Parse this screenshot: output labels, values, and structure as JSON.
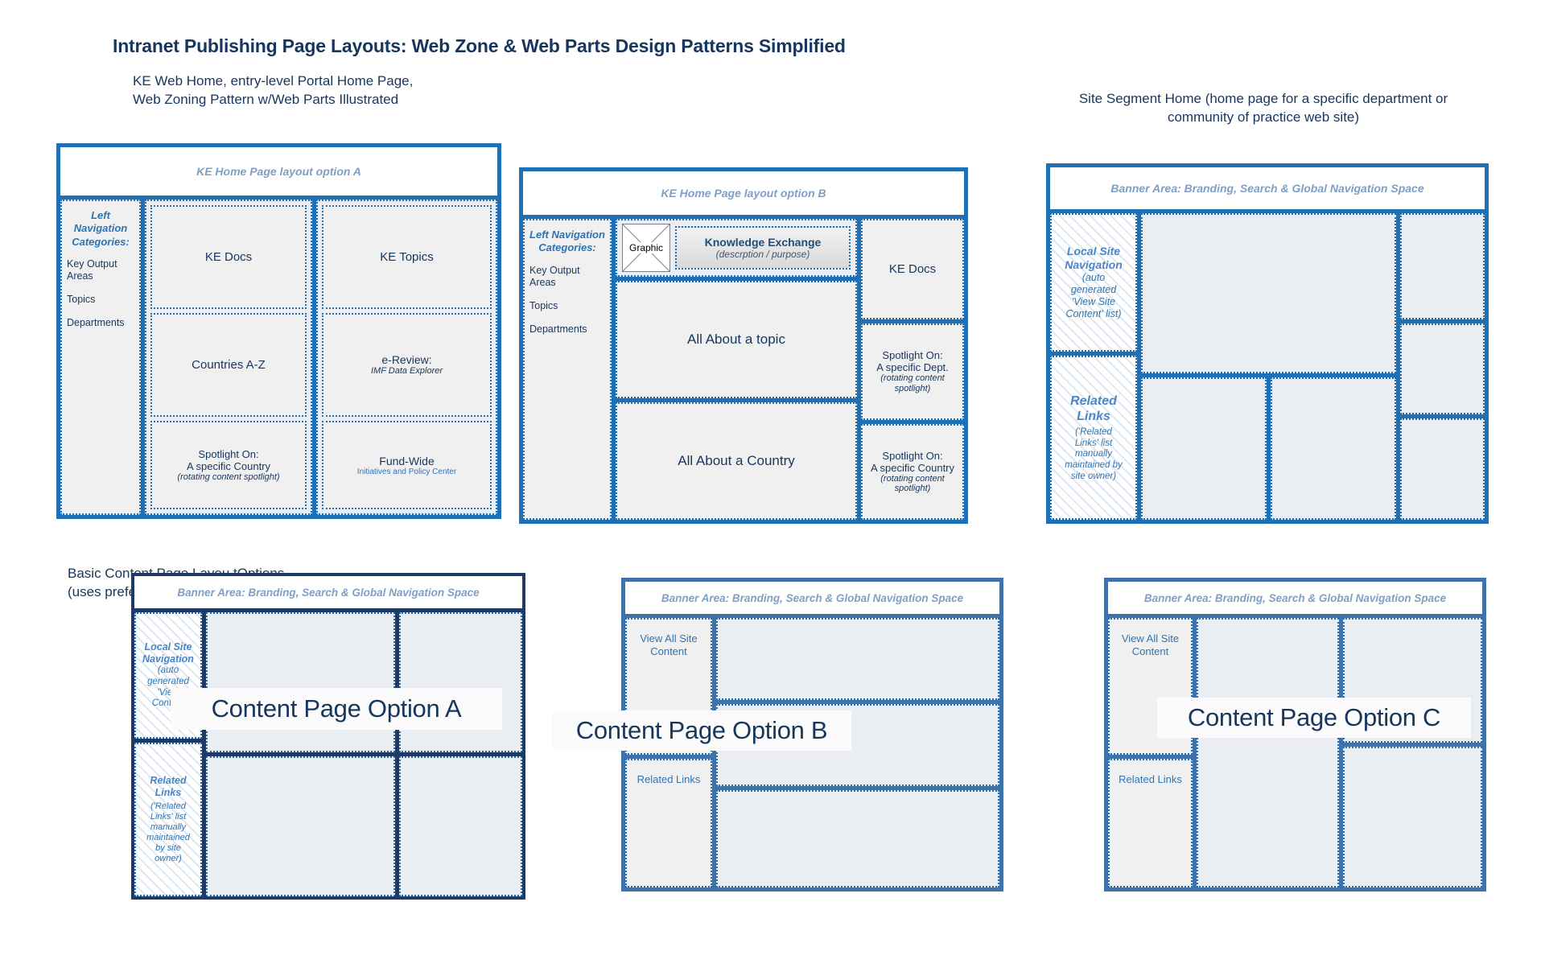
{
  "title": "Intranet Publishing Page Layouts: Web Zone & Web Parts Design Patterns Simplified",
  "captions": {
    "ke_web_home_line1": "KE Web Home, entry-level Portal Home Page,",
    "ke_web_home_line2": "Web Zoning Pattern w/Web Parts Illustrated",
    "site_segment_line1": "Site Segment Home (home page for a specific department or",
    "site_segment_line2": "community of practice web site)",
    "basic_content_line1": "Basic Content Page Layou tOptions",
    "basic_content_line2": "(uses preferred 60%-40% column spread)"
  },
  "banners": {
    "option_a": "KE Home Page layout option A",
    "option_b": "KE Home Page layout option B",
    "global": "Banner Area: Branding, Search & Global Navigation Space"
  },
  "left_nav": {
    "header_a_line1": "Left",
    "header_a_line2": "Navigation",
    "header_a_line3": "Categories:",
    "header_b_line1": "Left Navigation",
    "header_b_line2": "Categories:",
    "items": [
      "Key Output Areas",
      "Topics",
      "Departments"
    ],
    "item_a_1_line1": "Key Output",
    "item_a_1_line2": "Areas"
  },
  "option_a_parts": {
    "ke_docs": "KE Docs",
    "countries": "Countries A-Z",
    "spotlight_country_l1": "Spotlight On:",
    "spotlight_country_l2": "A specific Country",
    "spotlight_country_l3": "(rotating content spotlight)",
    "ke_topics": "KE Topics",
    "ereview_title": "e-Review:",
    "ereview_sub": "IMF Data Explorer",
    "fundwide_title": "Fund-Wide",
    "fundwide_sub": "Initiatives and Policy Center"
  },
  "option_b_parts": {
    "graphic": "Graphic",
    "ke_title": "Knowledge Exchange",
    "ke_sub": "(descrption / purpose)",
    "all_about_topic": "All About a topic",
    "all_about_country": "All About a Country",
    "ke_docs": "KE Docs",
    "spotlight_dept_l1": "Spotlight On:",
    "spotlight_dept_l2": "A specific Dept.",
    "spotlight_dept_l3": "(rotating content",
    "spotlight_dept_l4": "spotlight)",
    "spotlight_country_l1": "Spotlight On:",
    "spotlight_country_l2": "A specific Country",
    "spotlight_country_l3": "(rotating content",
    "spotlight_country_l4": "spotlight)"
  },
  "local_nav": {
    "title_l1": "Local Site",
    "title_l2": "Navigation",
    "sub_l1": "(auto",
    "sub_l2": "generated",
    "sub_l3": "'View Site",
    "sub_l4": "Content' list)",
    "sub_a_l3": "'View",
    "sub_a_l4": "Content"
  },
  "related_links": {
    "title_l1": "Related",
    "title_l2": "Links",
    "sub_l1": "('Related",
    "sub_l2": "Links' list",
    "sub_l3": "manually",
    "sub_l4": "maintained by",
    "sub_l5": "site owner)",
    "sub_a_l4": "maintained",
    "sub_a_l5": "by site",
    "sub_a_l6": "owner)",
    "plain_label": "Related Links"
  },
  "content_pages": {
    "view_all_l1": "View All Site",
    "view_all_l2": "Content",
    "option_a": "Content Page Option A",
    "option_b": "Content Page Option B",
    "option_c": "Content Page Option C"
  },
  "colors": {
    "frame_blue": "#1f6fb5",
    "frame_steel": "#3f72a8",
    "frame_navy": "#1f3864",
    "text_navy": "#17365d",
    "accent_blue": "#2e74b5",
    "banner_text": "#7f9fc4",
    "zone_fill": "#f0f0f0",
    "part_fill": "#eaeef3"
  }
}
